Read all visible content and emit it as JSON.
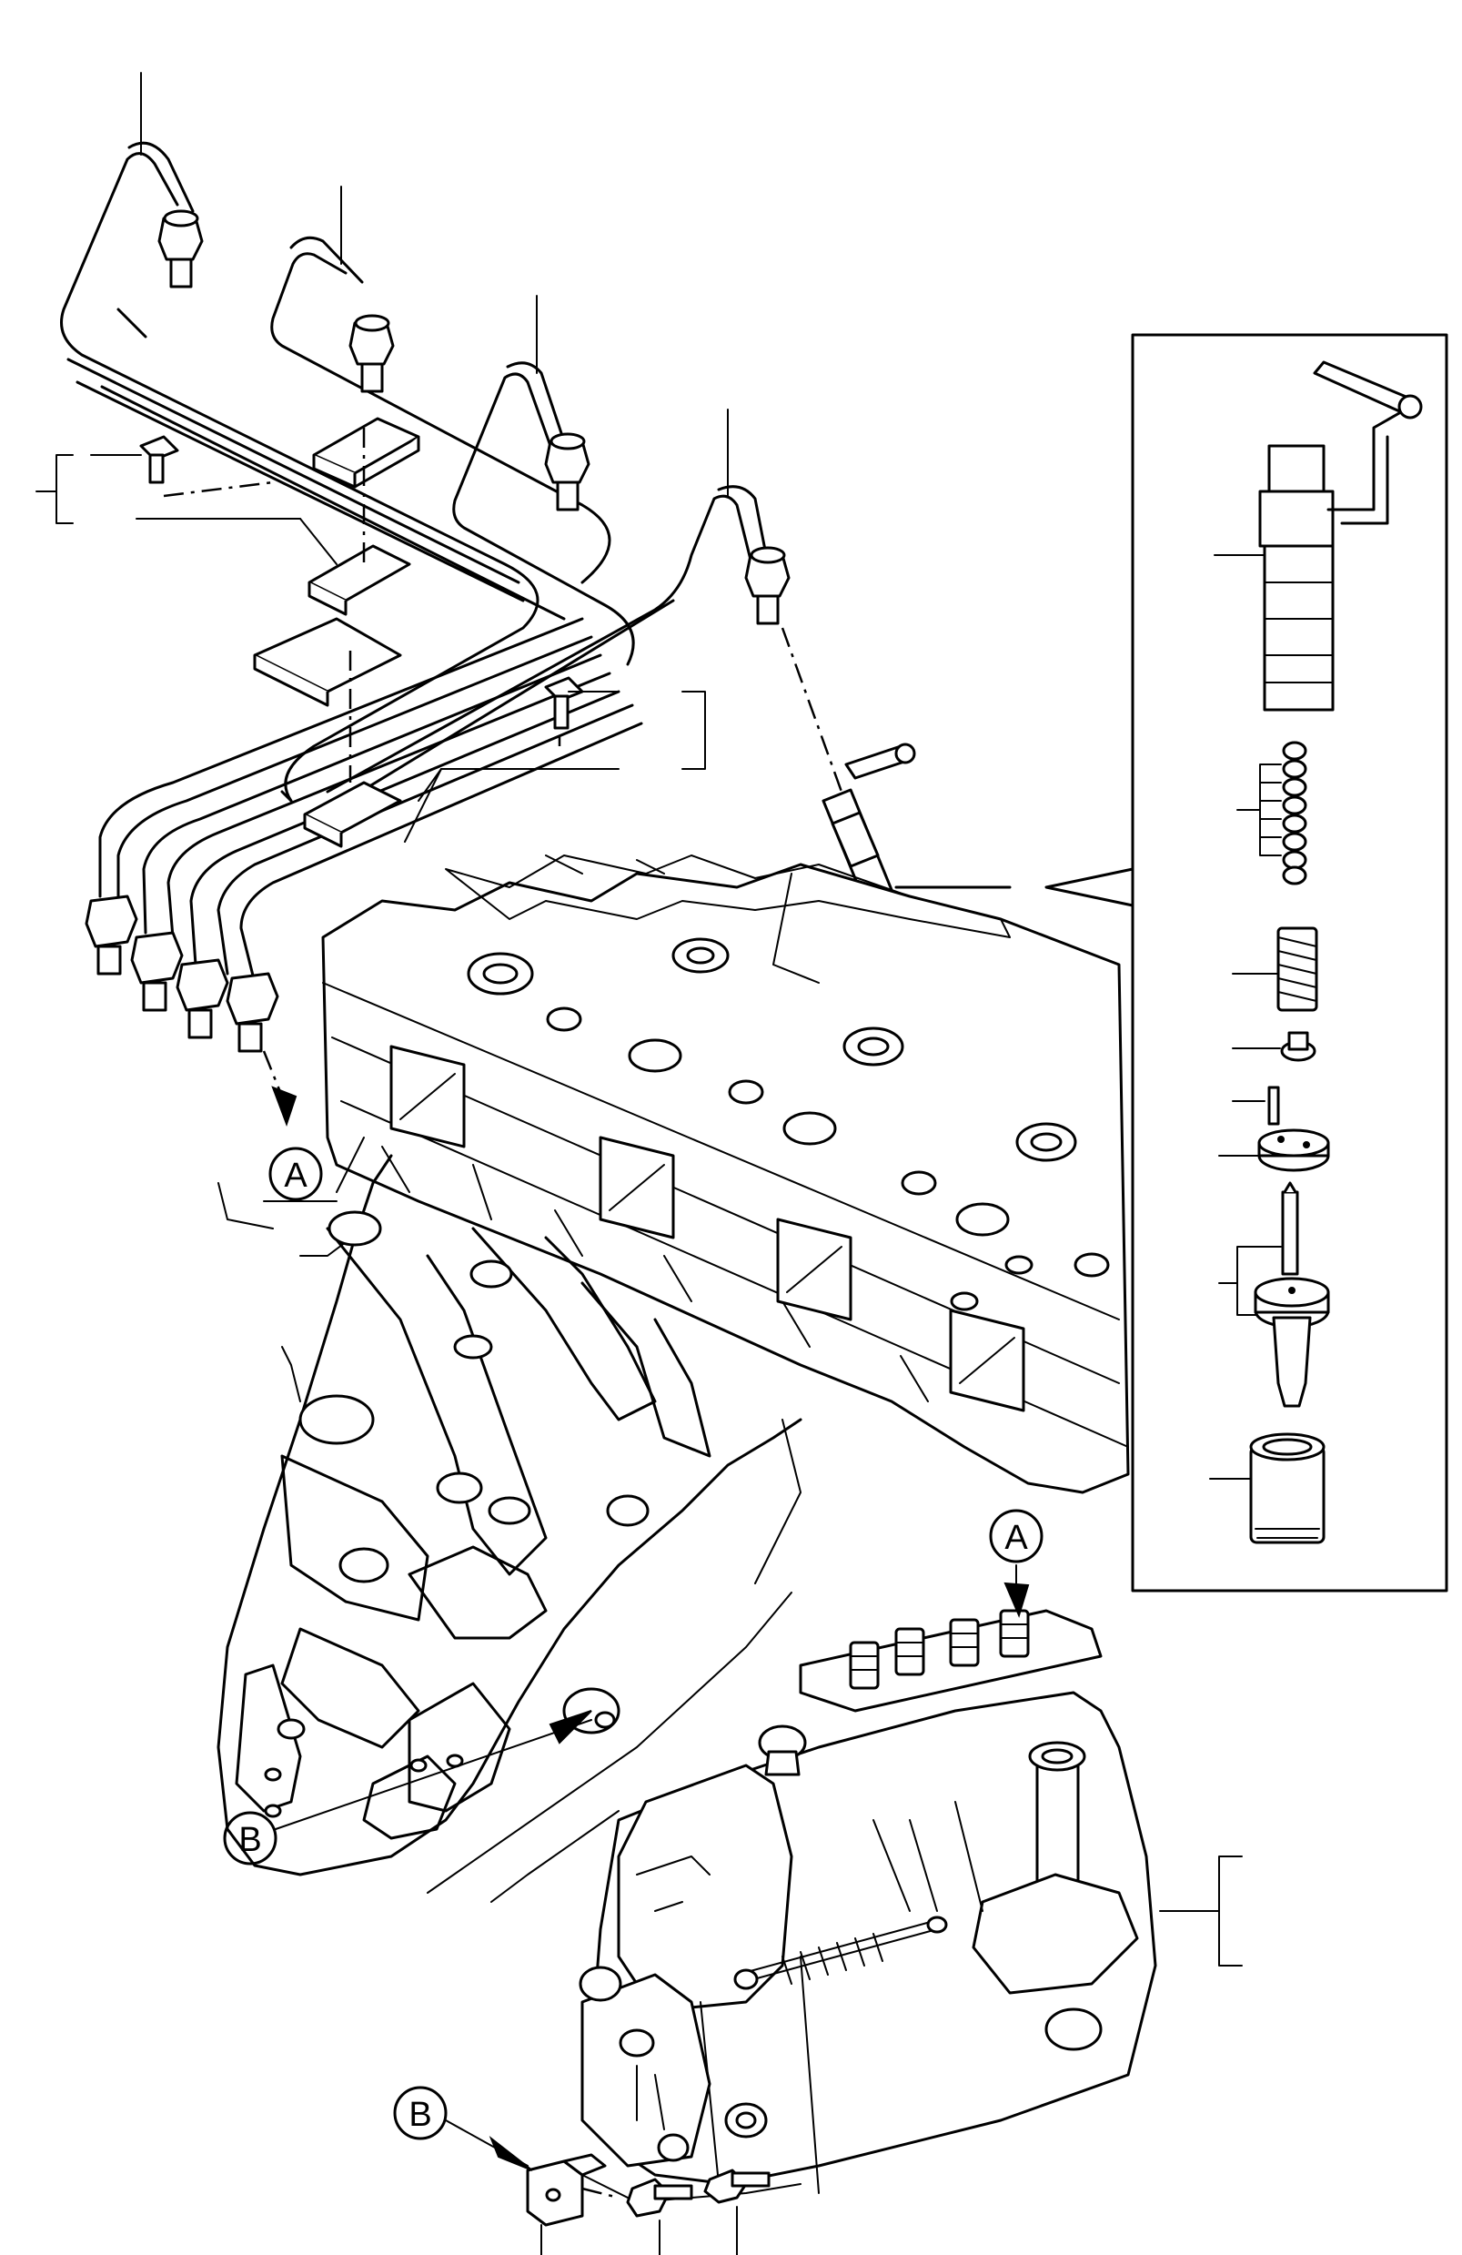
{
  "callouts": {
    "a_top": "A",
    "a_pump": "A",
    "b_block": "B",
    "b_bracket": "B"
  }
}
